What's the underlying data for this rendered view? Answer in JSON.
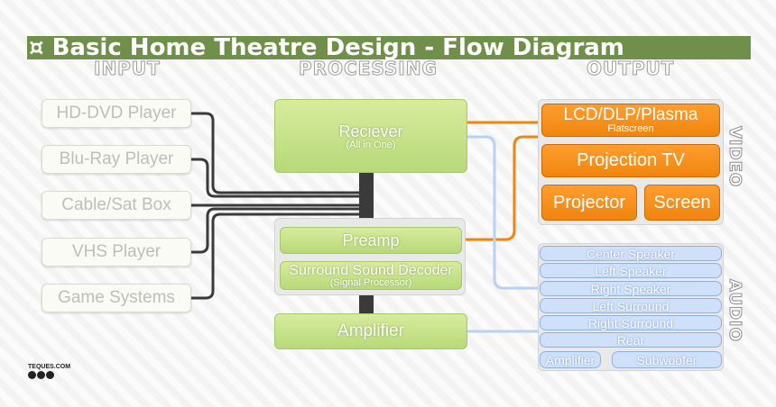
{
  "title": "¤ Basic Home Theatre Design - Flow Diagram",
  "columns": {
    "input": "INPUT",
    "processing": "PROCESSING",
    "output": "OUTPUT"
  },
  "inputs": [
    "HD-DVD Player",
    "Blu-Ray Player",
    "Cable/Sat Box",
    "VHS Player",
    "Game Systems"
  ],
  "processing": {
    "receiver": {
      "label": "Reciever",
      "sub": "(All in One)"
    },
    "preamp": "Preamp",
    "decoder": {
      "label": "Surround Sound Decoder",
      "sub": "(Signal Processor)"
    },
    "amplifier": "Amplifier"
  },
  "video": {
    "side_label": "VIDEO",
    "lcd": {
      "label": "LCD/DLP/Plasma",
      "sub": "Flatscreen"
    },
    "projection_tv": "Projection TV",
    "projector": "Projector",
    "screen": "Screen"
  },
  "audio": {
    "side_label": "AUDIO",
    "speakers": [
      "Center Speaker",
      "Left Speaker",
      "Right Speaker",
      "Left Surround",
      "Right Surround",
      "Rear"
    ],
    "amplifier": "Amplifier",
    "subwoofer": "Subwoofer"
  },
  "logo_text": "TEQUES.COM",
  "colors": {
    "green": "#b7d978",
    "orange": "#f0850f",
    "blue": "#cfe0fb",
    "title_bar": "#6f8f4b",
    "wire": "#3a3a3a"
  }
}
